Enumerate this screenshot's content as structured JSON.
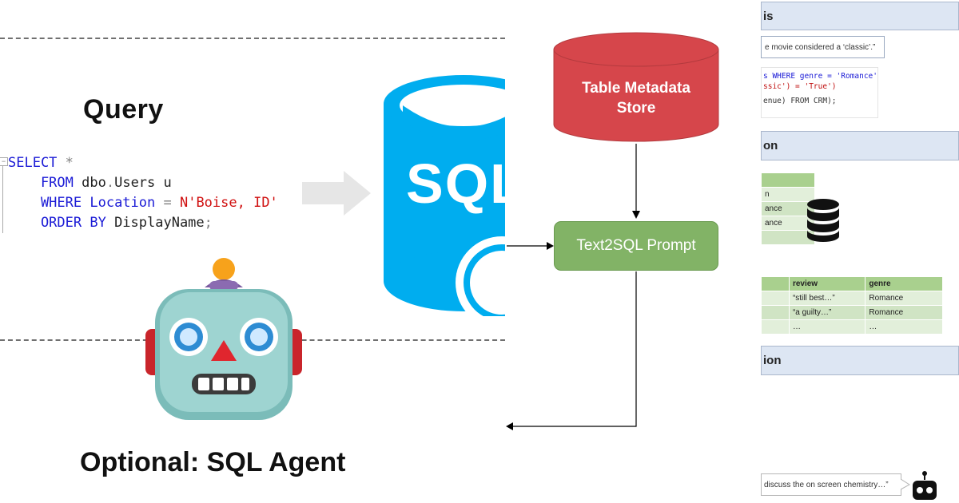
{
  "left_panel": {
    "query_title": "Query",
    "code_lines": [
      {
        "parts": [
          {
            "t": "SELECT",
            "c": "kw"
          },
          {
            "t": " *",
            "c": "gray"
          }
        ]
      },
      {
        "parts": [
          {
            "t": "    FROM",
            "c": "kw"
          },
          {
            "t": " dbo",
            "c": ""
          },
          {
            "t": ".",
            "c": "gray"
          },
          {
            "t": "Users u",
            "c": ""
          }
        ]
      },
      {
        "parts": [
          {
            "t": "    WHERE",
            "c": "kw"
          },
          {
            "t": " Location",
            "c": "kw"
          },
          {
            "t": " = ",
            "c": "gray"
          },
          {
            "t": "N'Boise, ID'",
            "c": "str"
          }
        ]
      },
      {
        "parts": [
          {
            "t": "    ORDER BY",
            "c": "kw"
          },
          {
            "t": " DisplayName",
            "c": ""
          },
          {
            "t": ";",
            "c": "gray"
          }
        ]
      }
    ],
    "sql_logo_text": "SQL",
    "agent_title": "Optional: SQL Agent",
    "colors": {
      "sql_blue": "#00adef",
      "arrow_gray": "#e6e6e6",
      "robot_body": "#8ec8c6"
    }
  },
  "middle_panel": {
    "metadata_store_label_line1": "Table Metadata",
    "metadata_store_label_line2": "Store",
    "prompt_label": "Text2SQL Prompt",
    "colors": {
      "cylinder_red": "#d6464b",
      "prompt_green": "#82b366"
    }
  },
  "right_panel": {
    "section1_label": "is",
    "question_snippet": "e movie considered a ‘classic’.”",
    "sql_snippet_line1": "s WHERE genre = 'Romance'",
    "sql_snippet_line2": "ssic') = 'True')",
    "sql_snippet_line3": "enue) FROM CRM);",
    "section2_label": "on",
    "table1_rows": [
      "",
      "n",
      "ance",
      "ance",
      ""
    ],
    "table2_headers": [
      "",
      "review",
      "genre"
    ],
    "table2_rows": [
      [
        "",
        "“still best…”",
        "Romance"
      ],
      [
        "",
        "“a guilty…”",
        "Romance"
      ],
      [
        "",
        "…",
        "…"
      ]
    ],
    "section3_label": "ion",
    "chat_snippet": "discuss the on screen chemistry…”"
  }
}
